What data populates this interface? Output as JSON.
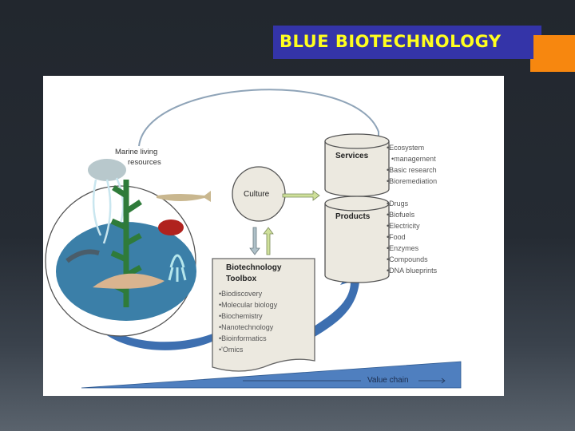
{
  "slide": {
    "title": "BLUE BIOTECHNOLOGY",
    "colors": {
      "title_bg": "#3434a8",
      "title_text": "#ffff1e",
      "accent": "#f7870f"
    }
  },
  "diagram": {
    "marine": {
      "label_line1": "Marine living",
      "label_line2": "resources"
    },
    "culture": {
      "label": "Culture"
    },
    "services": {
      "label": "Services",
      "items": [
        "Ecosystem",
        "management",
        "Basic research",
        "Bioremediation"
      ]
    },
    "products": {
      "label": "Products",
      "items": [
        "Drugs",
        "Biofuels",
        "Electricity",
        "Food",
        "Enzymes",
        "Compounds",
        "DNA blueprints"
      ]
    },
    "toolbox": {
      "title_line1": "Biotechnology",
      "title_line2": "Toolbox",
      "items": [
        "Biodiscovery",
        "Molecular biology",
        "Biochemistry",
        "Nanotechnology",
        "Bioinformatics",
        "'Omics"
      ]
    },
    "value_chain": {
      "label": "Value chain"
    }
  }
}
